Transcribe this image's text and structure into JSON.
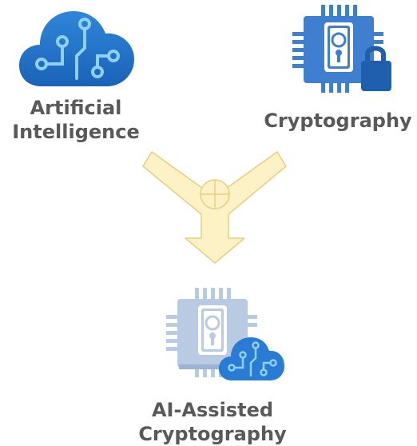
{
  "diagram": {
    "inputs": [
      {
        "line1": "Artificial",
        "line2": "Intelligence",
        "icon": "cloud-circuit-icon"
      },
      {
        "line1": "Cryptography",
        "icon": "chip-lock-icon"
      }
    ],
    "operator_icon": "circle-plus-icon",
    "output": {
      "line1": "AI-Assisted",
      "line2": "Cryptography",
      "icon": "chip-cloud-icon"
    }
  },
  "colors": {
    "label_text": "#595959",
    "cloud_dark": "#1f6fc4",
    "cloud_light": "#5ab0f0",
    "chip_blue": "#3f7fd0",
    "lock_blue": "#1f5fae",
    "chip_faded": "#b9cbe3",
    "arrow_fill": "#fdf1c6",
    "arrow_stroke": "#e6cf7e"
  }
}
